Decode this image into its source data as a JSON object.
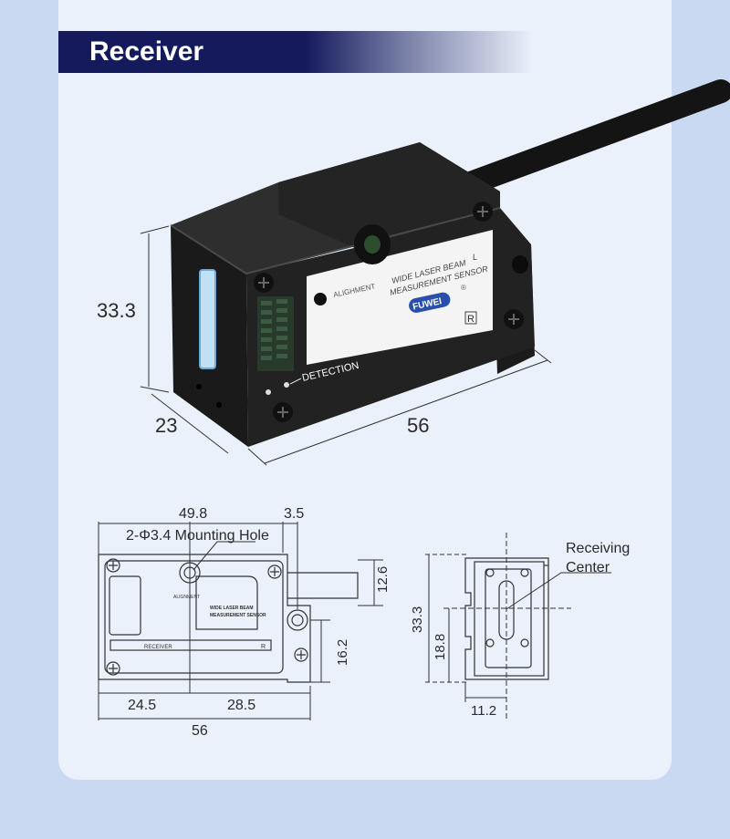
{
  "section": {
    "title": "Receiver"
  },
  "product": {
    "label_alignment": "ALIGHMENT",
    "label_line1": "WIDE LASER BEAM",
    "label_line1_suffix": "L",
    "label_line2": "MEASUREMENT SENSOR",
    "brand": "FUWEI",
    "registered": "®",
    "side_mark": "R",
    "detection_label": "DETECTION"
  },
  "dimensions_3d": {
    "height": "33.3",
    "depth": "23",
    "length": "56"
  },
  "front_drawing": {
    "dim_top_width": "49.8",
    "dim_top_offset": "3.5",
    "mounting_hole": "2-Φ3.4 Mounting Hole",
    "dim_cable_height": "12.6",
    "dim_hole_height": "16.2",
    "dim_left": "24.5",
    "dim_right": "28.5",
    "dim_total": "56",
    "small_alignment": "ALIGNMENT",
    "small_model_line1": "WIDE LASER BEAM",
    "small_model_line2": "MEASUREMENT SENSOR",
    "small_receiver": "RECEIVER",
    "small_mark": "R"
  },
  "side_drawing": {
    "callout_line1": "Receiving",
    "callout_line2": "Center",
    "dim_height": "33.3",
    "dim_center_height": "18.8",
    "dim_center_offset": "11.2"
  },
  "colors": {
    "banner": "#141a5c",
    "card": "#eaf1fb",
    "background": "#c9d9f2",
    "brand_badge": "#2a4fa8"
  }
}
